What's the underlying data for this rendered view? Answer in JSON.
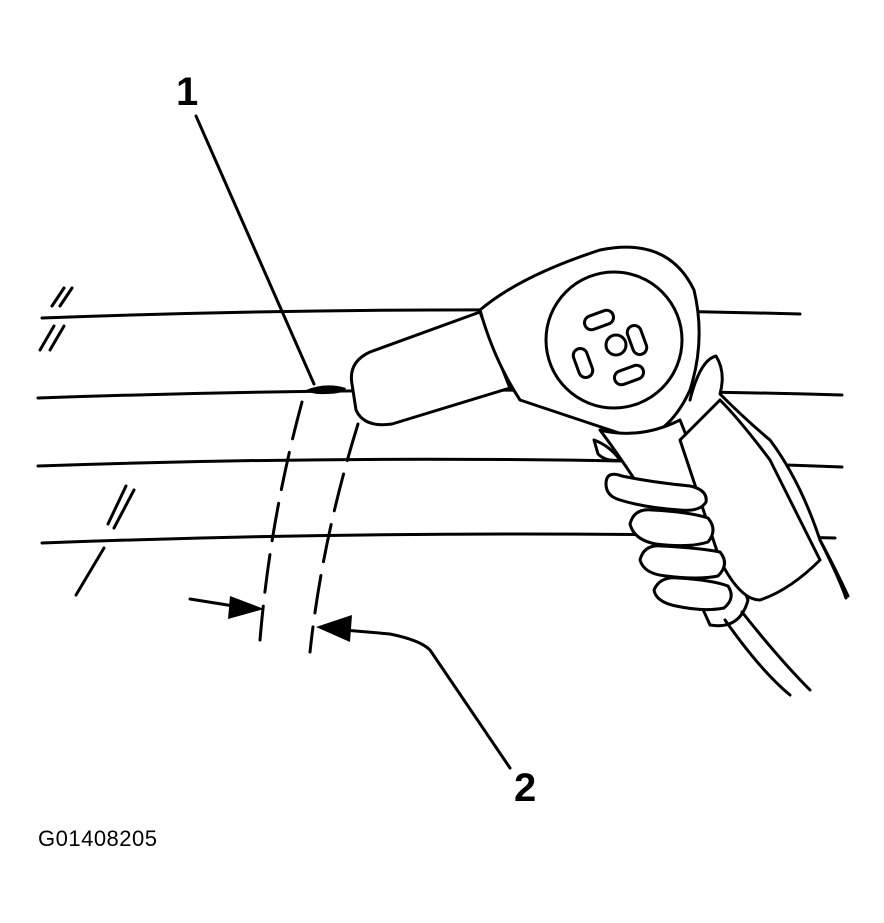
{
  "callouts": {
    "item_1": "1",
    "item_2": "2"
  },
  "figure_code": "G01408205",
  "colors": {
    "ink": "#000000",
    "paper": "#ffffff"
  }
}
